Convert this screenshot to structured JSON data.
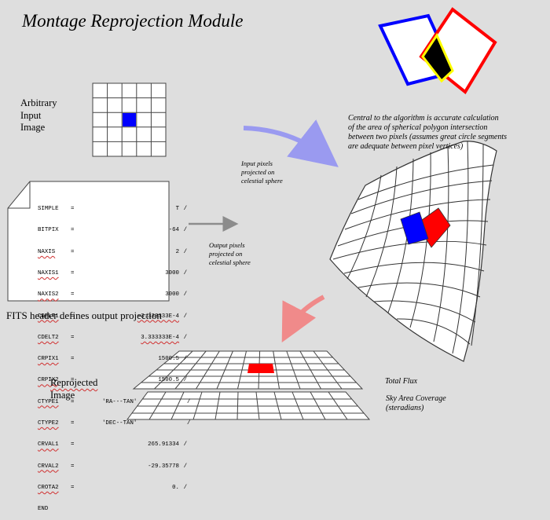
{
  "title": "Montage Reprojection Module",
  "input_image_label": [
    "Arbitrary",
    "Input",
    "Image"
  ],
  "algorithm_note": [
    "Central to the algorithm is accurate calculation",
    "of the area of  spherical polygon intersection",
    "between two pixels (assumes great circle segments",
    "are adequate between pixel vertices)"
  ],
  "input_pixels_note": [
    "Input pixels",
    "projected on",
    "celestial sphere"
  ],
  "output_pixels_note": [
    "Output pixels",
    "projected on",
    "celestial sphere"
  ],
  "fits_caption": "FITS header defines output projection",
  "fits_header": [
    {
      "key": "SIMPLE",
      "eq": "=",
      "val": "T",
      "sl": "/"
    },
    {
      "key": "BITPIX",
      "eq": "=",
      "val": "-64",
      "sl": "/"
    },
    {
      "key": "NAXIS",
      "eq": "=",
      "val": "2",
      "sl": "/"
    },
    {
      "key": "NAXIS1",
      "eq": "=",
      "val": "3000",
      "sl": "/"
    },
    {
      "key": "NAXIS2",
      "eq": "=",
      "val": "3000",
      "sl": "/"
    },
    {
      "key": "CDELT1",
      "eq": "=",
      "val": "-3.333333E-4",
      "sl": "/"
    },
    {
      "key": "CDELT2",
      "eq": "=",
      "val": "3.333333E-4",
      "sl": "/"
    },
    {
      "key": "CRPIX1",
      "eq": "=",
      "val": "1500.5",
      "sl": "/"
    },
    {
      "key": "CRPIX2",
      "eq": "=",
      "val": "1500.5",
      "sl": "/"
    },
    {
      "key": "CTYPE1",
      "eq": "=",
      "val": "'RA---TAN'",
      "sl": "/"
    },
    {
      "key": "CTYPE2",
      "eq": "=",
      "val": "'DEC--TAN'",
      "sl": "/"
    },
    {
      "key": "CRVAL1",
      "eq": "=",
      "val": "265.91334",
      "sl": "/"
    },
    {
      "key": "CRVAL2",
      "eq": "=",
      "val": "-29.35778",
      "sl": "/"
    },
    {
      "key": "CROTA2",
      "eq": "=",
      "val": "0.",
      "sl": "/"
    },
    {
      "key": "END",
      "eq": "",
      "val": "",
      "sl": ""
    }
  ],
  "reprojected_label": [
    "Reprojected",
    "Image"
  ],
  "total_flux": "Total Flux",
  "sky_area": [
    "Sky Area Coverage",
    "(steradians)"
  ],
  "colors": {
    "input_pixel": "#0000ff",
    "output_pixel": "#ff0000",
    "intersection": "#ffff00",
    "arrow_blue": "#9a9af0",
    "arrow_gray": "#8c8c8c",
    "arrow_pink": "#f08a8a"
  }
}
